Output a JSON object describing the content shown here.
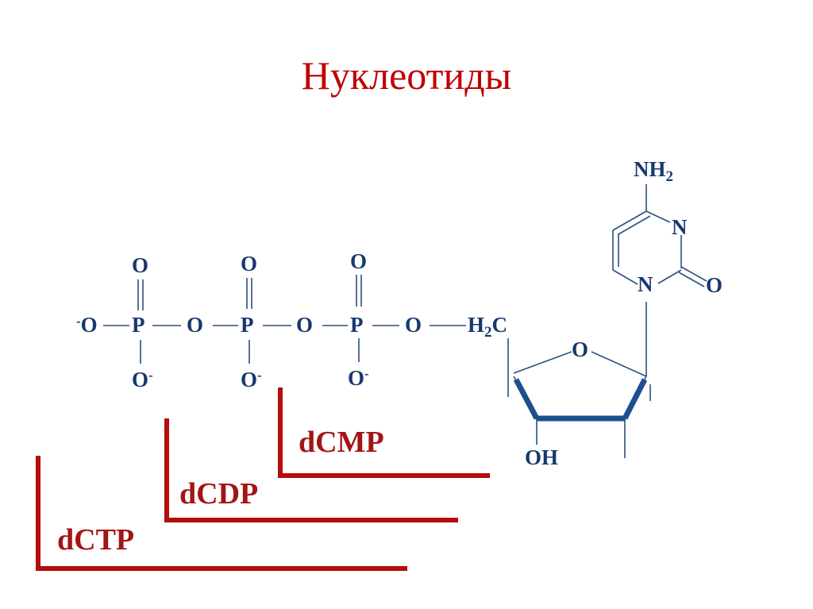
{
  "title": "Нуклеотиды",
  "colors": {
    "title": "#c00000",
    "atoms": "#17386e",
    "bonds": "#2d4f7f",
    "brackets": "#b30d0d"
  },
  "molecule": {
    "phosphate_groups": [
      {
        "top_oxygen": "O",
        "phosphorus": "P",
        "bottom_oxygen": "O",
        "bottom_charge": "-"
      },
      {
        "top_oxygen": "O",
        "phosphorus": "P",
        "bottom_oxygen": "O",
        "bottom_charge": "-"
      },
      {
        "top_oxygen": "O",
        "phosphorus": "P",
        "bottom_oxygen": "O",
        "bottom_charge": "-"
      }
    ],
    "terminal_oxygen": {
      "charge": "-",
      "symbol": "O"
    },
    "bridge_oxygens": [
      "O",
      "O",
      "O"
    ],
    "ch2": {
      "main": "H",
      "sub": "2",
      "tail": "C"
    },
    "ring_oxygen": "O",
    "hydroxyl": "OH",
    "base": {
      "amine": {
        "main": "NH",
        "sub": "2"
      },
      "ring_n3": "N",
      "ring_n1": "N",
      "carbonyl_oxygen": "O"
    }
  },
  "brackets": [
    {
      "label": "dCMP"
    },
    {
      "label": "dCDP"
    },
    {
      "label": "dCTP"
    }
  ]
}
